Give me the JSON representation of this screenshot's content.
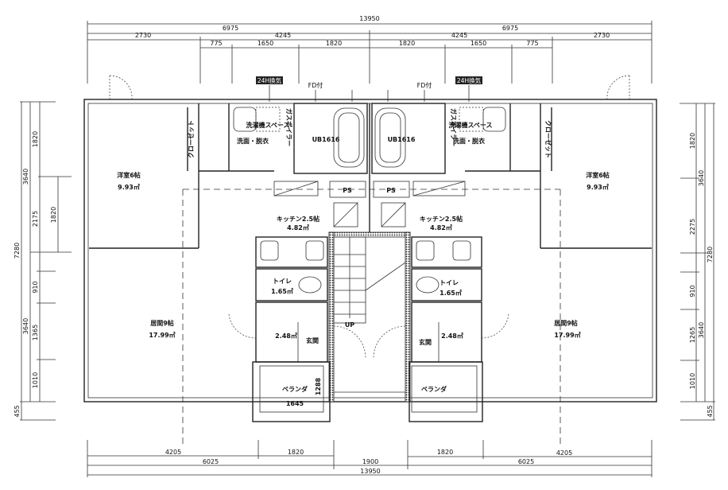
{
  "dimensions": {
    "top": [
      "13950",
      "6975",
      "6975",
      "2730",
      "4245",
      "4245",
      "2730",
      "775",
      "1650",
      "1820",
      "1820",
      "1650",
      "775"
    ],
    "bottom": [
      "4205",
      "1820",
      "1820",
      "4205",
      "6025",
      "1900",
      "6025",
      "13950"
    ],
    "left": [
      "1820",
      "3640",
      "2175",
      "1820",
      "7280",
      "910",
      "3640",
      "1365",
      "1010",
      "455"
    ],
    "right": [
      "1820",
      "3640",
      "2275",
      "7280",
      "910",
      "3640",
      "1265",
      "1010",
      "455"
    ]
  },
  "annotations": {
    "ventilation": "24H換気",
    "fire_damper": "FD付",
    "up": "UP"
  },
  "left_unit": {
    "western_room": "洋室6帖",
    "western_area": "9.93㎡",
    "closet": "クローゼット",
    "living": "居間9帖",
    "living_area": "17.99㎡",
    "wash": "洗面・脱衣",
    "washer": "洗濯機スペース",
    "boiler": "ガスボイラー",
    "bath": "UB1616",
    "ps": "PS",
    "kitchen": "キッチン2.5帖",
    "kitchen_area": "4.82㎡",
    "toilet": "トイレ",
    "toilet_area": "1.65㎡",
    "hall_area": "2.48㎡",
    "entrance": "玄関",
    "veranda": "ベランダ",
    "veranda_depth": "1288",
    "veranda_width": "1645"
  },
  "right_unit": {
    "western_room": "洋室6帖",
    "western_area": "9.93㎡",
    "closet": "クローゼット",
    "living": "居間9帖",
    "living_area": "17.99㎡",
    "wash": "洗面・脱衣",
    "washer": "洗濯機スペース",
    "boiler": "ガスボイラー",
    "bath": "UB1616",
    "ps": "PS",
    "kitchen": "キッチン2.5帖",
    "kitchen_area": "4.82㎡",
    "toilet": "トイレ",
    "toilet_area": "1.65㎡",
    "hall_area": "2.48㎡",
    "entrance": "玄関",
    "veranda": "ベランダ"
  }
}
